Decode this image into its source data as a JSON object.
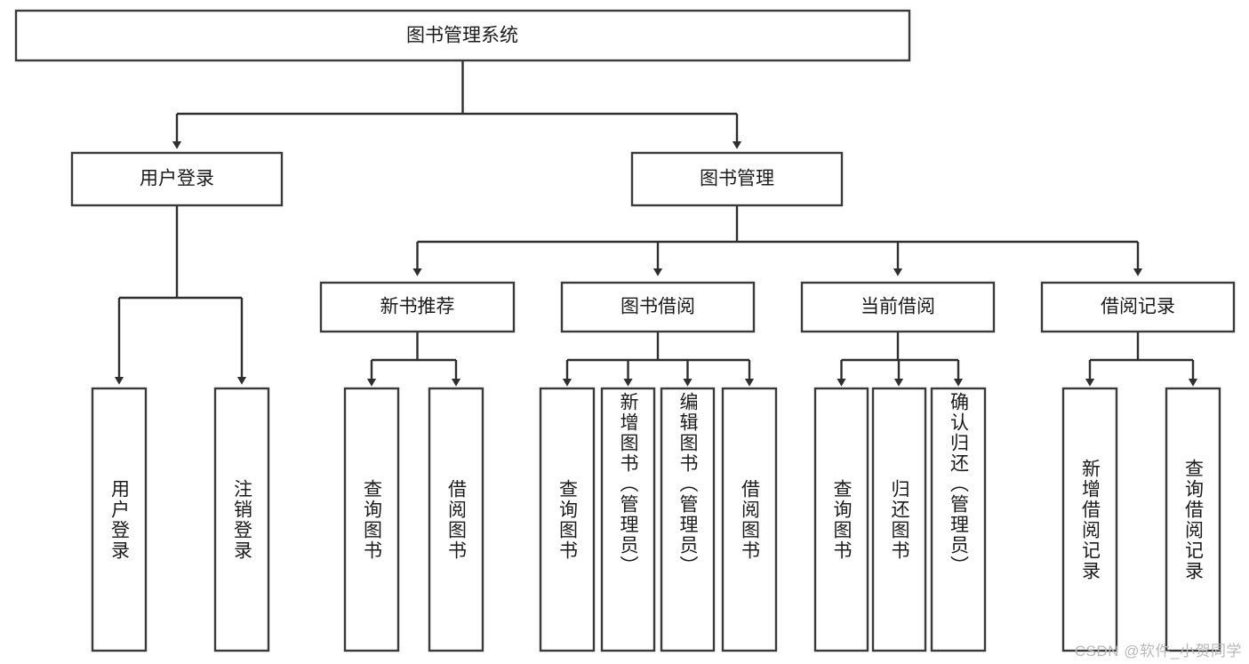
{
  "diagram": {
    "title": "图书管理系统",
    "type": "tree",
    "root": {
      "id": "root",
      "label": "图书管理系统",
      "orientation": "horizontal"
    },
    "level2": [
      {
        "id": "user-login",
        "label": "用户登录",
        "orientation": "horizontal"
      },
      {
        "id": "book-manage",
        "label": "图书管理",
        "orientation": "horizontal"
      }
    ],
    "level3": [
      {
        "id": "new-book-recommend",
        "label": "新书推荐",
        "parent": "book-manage",
        "orientation": "horizontal"
      },
      {
        "id": "book-borrow",
        "label": "图书借阅",
        "parent": "book-manage",
        "orientation": "horizontal"
      },
      {
        "id": "current-borrow",
        "label": "当前借阅",
        "parent": "book-manage",
        "orientation": "horizontal"
      },
      {
        "id": "borrow-record",
        "label": "借阅记录",
        "parent": "book-manage",
        "orientation": "horizontal"
      }
    ],
    "leaves": [
      {
        "id": "leaf-user-login",
        "label": "用户登录",
        "parent": "user-login",
        "orientation": "vertical"
      },
      {
        "id": "leaf-logout-login",
        "label": "注销登录",
        "parent": "user-login",
        "orientation": "vertical"
      },
      {
        "id": "leaf-query-book-1",
        "label": "查询图书",
        "parent": "new-book-recommend",
        "orientation": "vertical"
      },
      {
        "id": "leaf-borrow-book-1",
        "label": "借阅图书",
        "parent": "new-book-recommend",
        "orientation": "vertical"
      },
      {
        "id": "leaf-query-book-2",
        "label": "查询图书",
        "parent": "book-borrow",
        "orientation": "vertical"
      },
      {
        "id": "leaf-add-book-admin",
        "label": "新增图书（管理员）",
        "parent": "book-borrow",
        "orientation": "vertical"
      },
      {
        "id": "leaf-edit-book-admin",
        "label": "编辑图书（管理员）",
        "parent": "book-borrow",
        "orientation": "vertical"
      },
      {
        "id": "leaf-borrow-book-2",
        "label": "借阅图书",
        "parent": "book-borrow",
        "orientation": "vertical"
      },
      {
        "id": "leaf-query-book-3",
        "label": "查询图书",
        "parent": "current-borrow",
        "orientation": "vertical"
      },
      {
        "id": "leaf-return-book",
        "label": "归还图书",
        "parent": "current-borrow",
        "orientation": "vertical"
      },
      {
        "id": "leaf-confirm-return-admin",
        "label": "确认归还（管理员）",
        "parent": "current-borrow",
        "orientation": "vertical"
      },
      {
        "id": "leaf-add-borrow-record",
        "label": "新增借阅记录",
        "parent": "borrow-record",
        "orientation": "vertical"
      },
      {
        "id": "leaf-query-borrow-record",
        "label": "查询借阅记录",
        "parent": "borrow-record",
        "orientation": "vertical"
      }
    ],
    "colors": {
      "box_stroke": "#3a3a3a",
      "edge_stroke": "#2e2e2e",
      "box_fill": "#ffffff",
      "label_color": "#1b1b1b",
      "background": "#ffffff",
      "watermark_color": "#b9b9b9"
    }
  },
  "watermark": {
    "text": "CSDN @软件_小贺同学"
  }
}
